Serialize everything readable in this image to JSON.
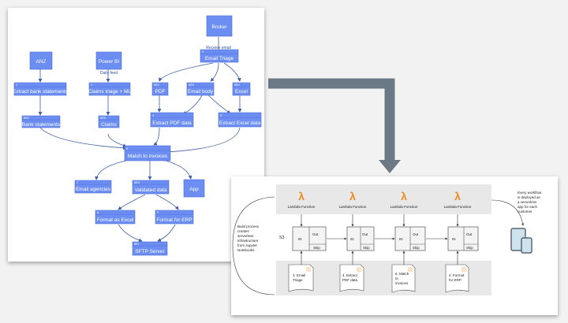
{
  "left_flow": {
    "simple_nodes": [
      {
        "key": "broker",
        "label": "Broker"
      },
      {
        "key": "anz",
        "label": "ANZ"
      },
      {
        "key": "powerbi",
        "label": "Power BI"
      },
      {
        "key": "app",
        "label": "App"
      }
    ],
    "step_nodes": [
      {
        "key": "email_triage",
        "id": "3",
        "label": "Email Triage"
      },
      {
        "key": "extract_bank",
        "id": "1",
        "label": "Extract bank statements"
      },
      {
        "key": "claims_triage",
        "id": "2",
        "label": "Claims triage + ML"
      },
      {
        "key": "pdf",
        "id": "5E2",
        "label": "PDF"
      },
      {
        "key": "email_body",
        "id": "5E3",
        "label": "Email body"
      },
      {
        "key": "excel",
        "id": "5E4",
        "label": "Excel"
      },
      {
        "key": "bank_statements",
        "id": "5E1",
        "label": "Bank statements"
      },
      {
        "key": "claims",
        "id": "5E5",
        "label": "Claims"
      },
      {
        "key": "extract_pdf",
        "id": "4",
        "label": "Extract PDF data"
      },
      {
        "key": "extract_excel",
        "id": "5",
        "label": "Extract Excel data"
      },
      {
        "key": "match",
        "id": "6",
        "label": "Match to invoices"
      },
      {
        "key": "email_agencies",
        "id": "7",
        "label": "Email agencies"
      },
      {
        "key": "validated",
        "id": "5E6",
        "label": "Validated data"
      },
      {
        "key": "format_excel",
        "id": "8",
        "label": "Format as Excel"
      },
      {
        "key": "format_erp",
        "id": "9",
        "label": "Format for ERP"
      },
      {
        "key": "sftp",
        "id": "5E7",
        "label": "SFTP Server"
      }
    ],
    "edge_labels": {
      "receive_email": "Receive email",
      "daily_feed": "Daily feed"
    }
  },
  "right_flow": {
    "lambda_glyph": "λ",
    "lambda_label": "Lambda Function",
    "s3_label": "S3",
    "build_note": [
      "Build process",
      "creates",
      "serverless",
      "infrastructure",
      "from Jupyter",
      "Notebooks"
    ],
    "deploy_note": [
      "Every workflow",
      "is deployed as",
      "a serverless",
      "app for each",
      "customer"
    ],
    "box": {
      "in": "IN",
      "out": "Out",
      "skip": "Skip"
    },
    "steps": [
      {
        "doc": [
          "3. Email",
          "Triage"
        ]
      },
      {
        "doc": [
          "4. Extract",
          "PDF data"
        ]
      },
      {
        "doc": [
          "6. Match",
          "to",
          "invoices"
        ]
      },
      {
        "doc": [
          "4. Format",
          "for ERP"
        ]
      }
    ]
  },
  "colors": {
    "node_fill": "#6c8ef2",
    "node_stroke": "#4a6ad6",
    "edge": "#3d5fa8",
    "big_arrow": "#6b7986",
    "lambda": "#f08a1c",
    "band": "#e8e8e8"
  },
  "icons": {
    "lambda": "lambda-icon",
    "device": "tablet-phone-icon",
    "doc": "document-icon"
  }
}
